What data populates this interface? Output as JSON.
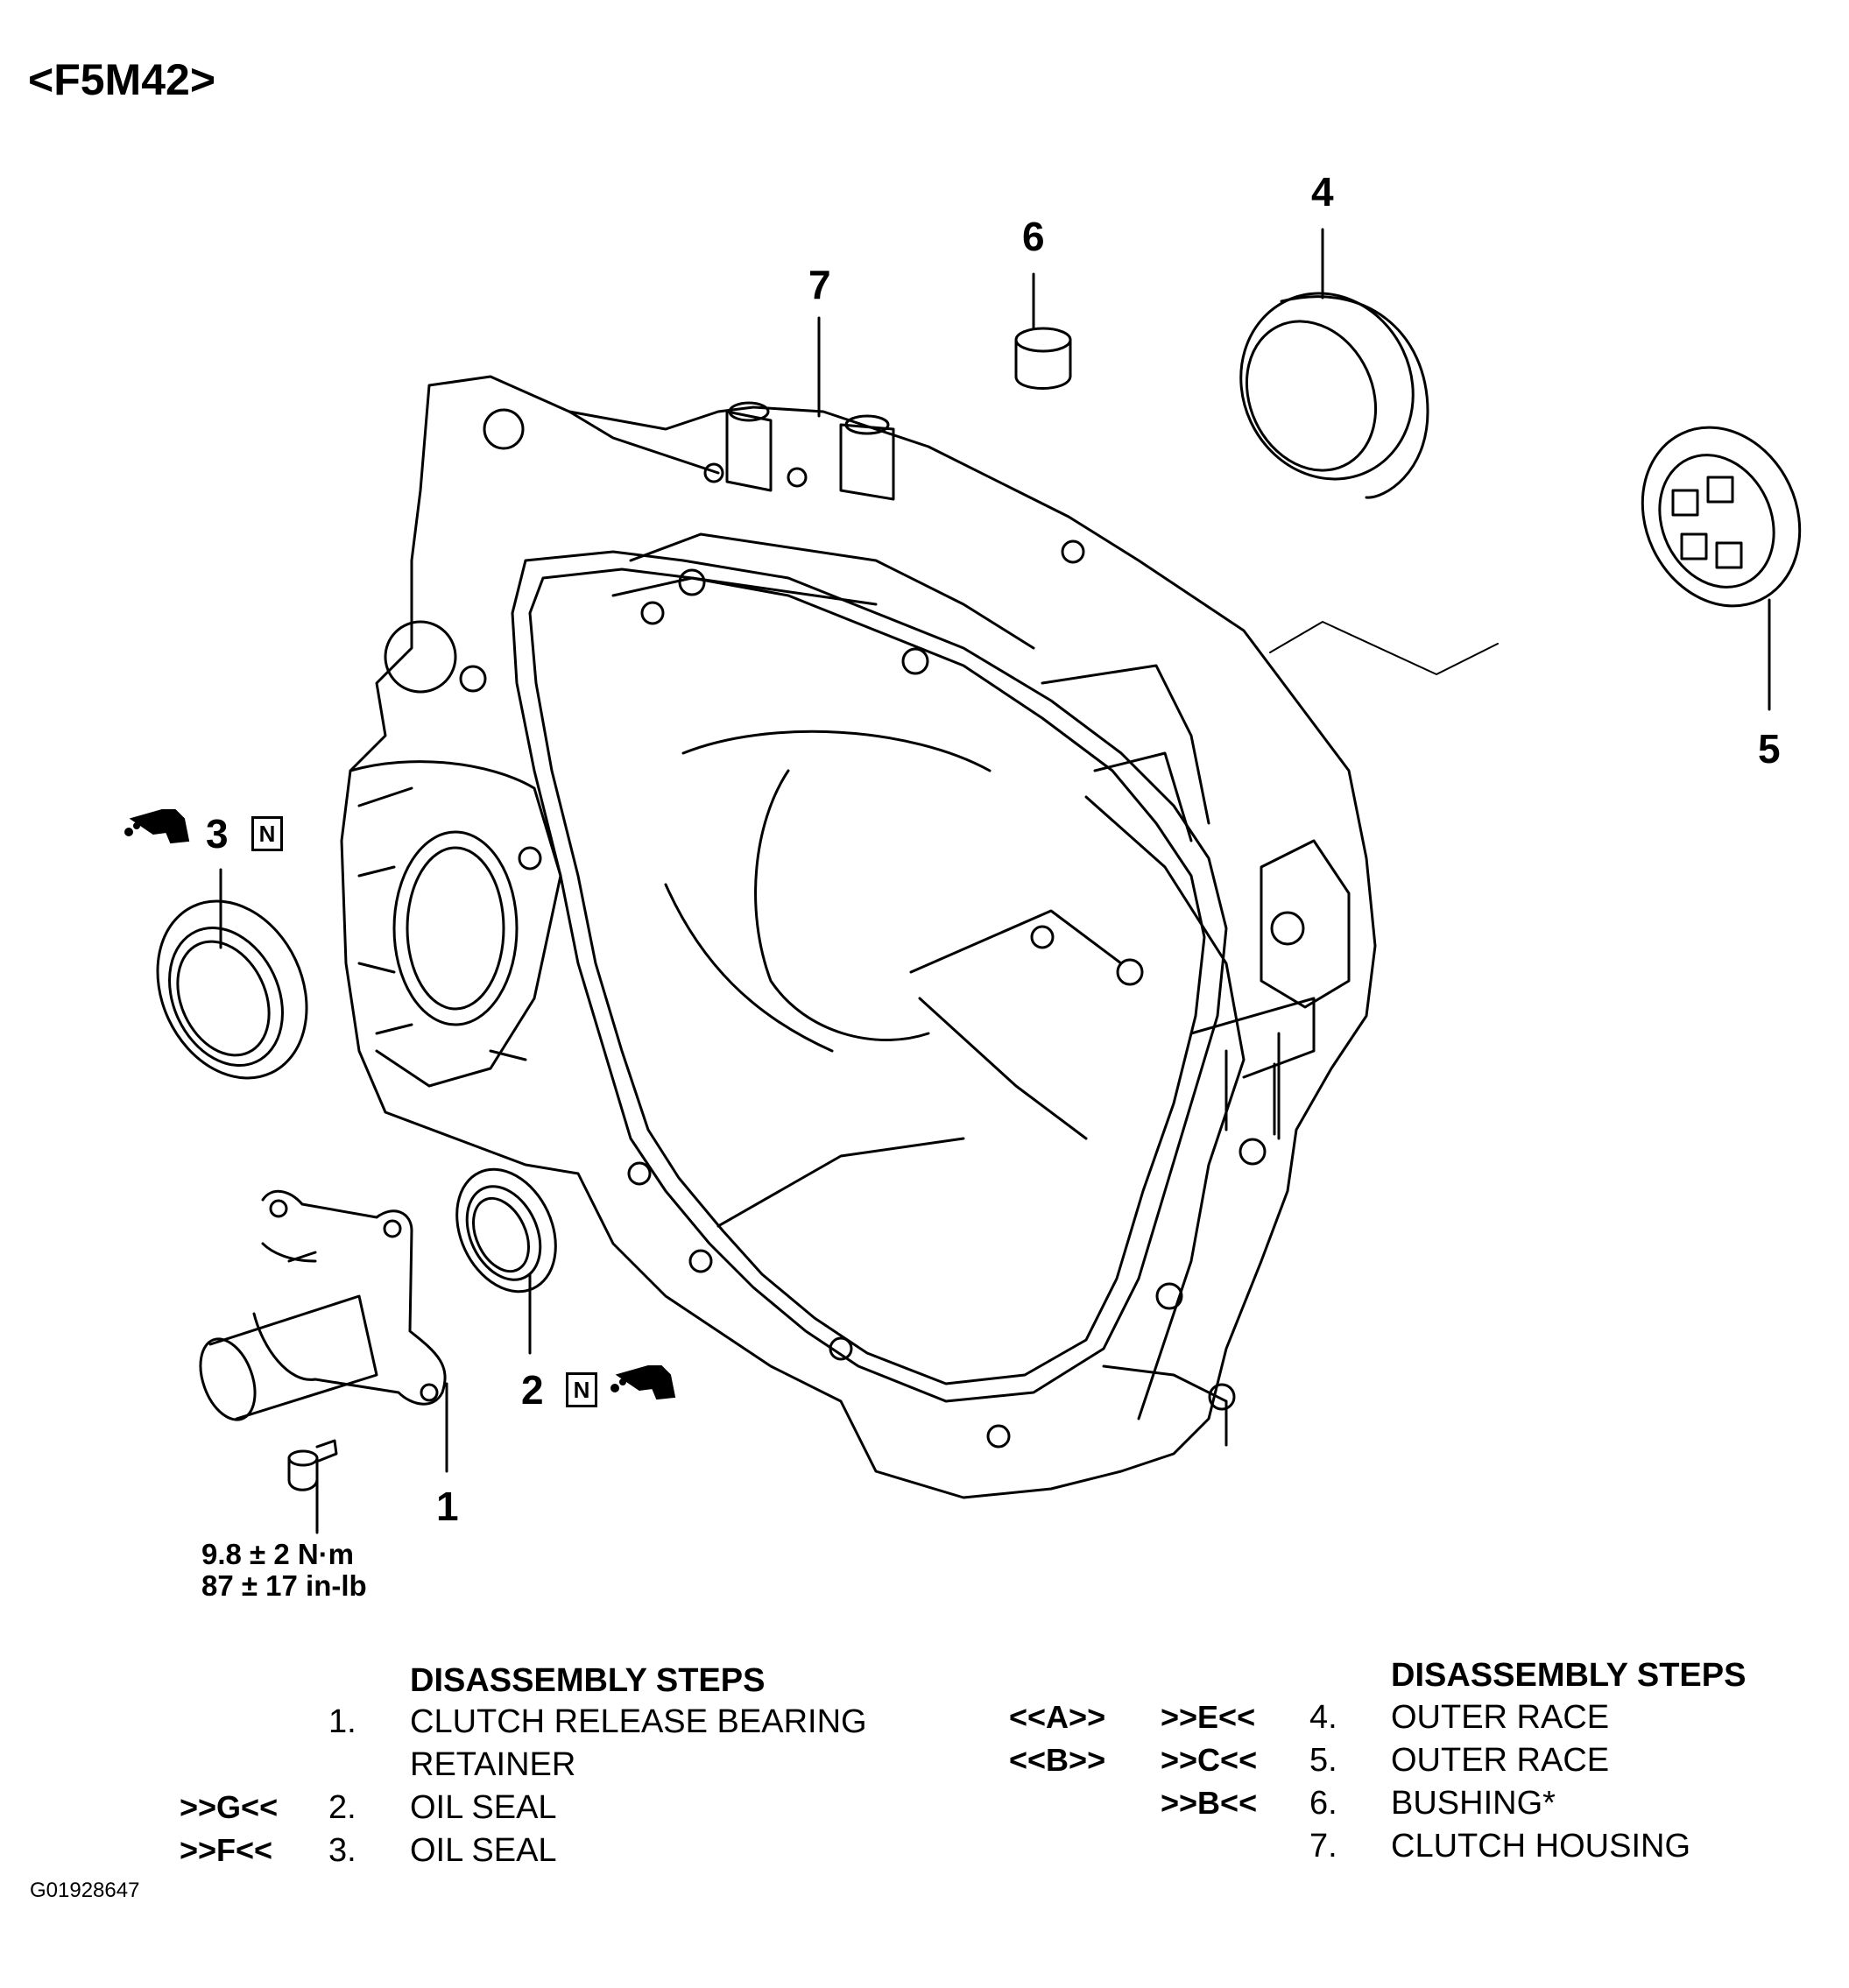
{
  "title": "<F5M42>",
  "figure_id": "G01928647",
  "callouts": {
    "c1": "1",
    "c2": "2",
    "c3": "3",
    "c4": "4",
    "c5": "5",
    "c6": "6",
    "c7": "7"
  },
  "symbols": {
    "n_code": "N"
  },
  "torque": {
    "line1": "9.8 ± 2 N·m",
    "line2": "87 ± 17 in-lb"
  },
  "left_table": {
    "header": "DISASSEMBLY STEPS",
    "rows": [
      {
        "ref": "",
        "num": "1.",
        "name": "CLUTCH RELEASE BEARING"
      },
      {
        "ref": "",
        "num": "",
        "name": "RETAINER"
      },
      {
        "ref": ">>G<<",
        "num": "2.",
        "name": "OIL SEAL"
      },
      {
        "ref": ">>F<<",
        "num": "3.",
        "name": "OIL SEAL"
      }
    ]
  },
  "right_table": {
    "header": "DISASSEMBLY STEPS",
    "rows": [
      {
        "ref1": "<<A>>",
        "ref2": ">>E<<",
        "num": "4.",
        "name": "OUTER RACE"
      },
      {
        "ref1": "<<B>>",
        "ref2": ">>C<<",
        "num": "5.",
        "name": "OUTER RACE"
      },
      {
        "ref1": "",
        "ref2": ">>B<<",
        "num": "6.",
        "name": "BUSHING*"
      },
      {
        "ref1": "",
        "ref2": "",
        "num": "7.",
        "name": "CLUTCH HOUSING"
      }
    ]
  }
}
